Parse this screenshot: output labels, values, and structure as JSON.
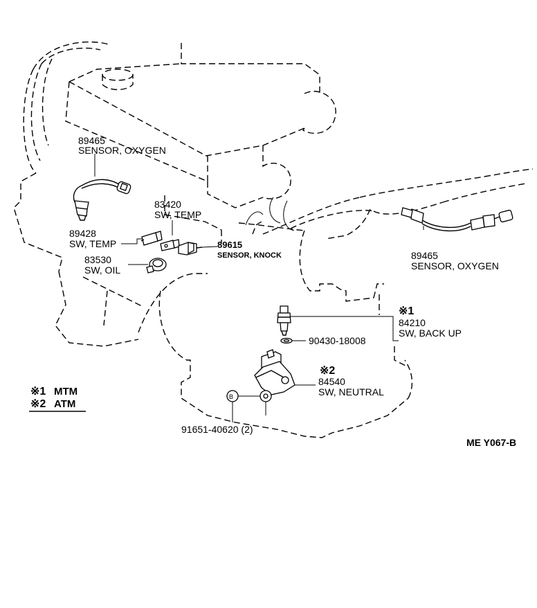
{
  "diagram_code": "ME  Y067-B",
  "legend": {
    "items": [
      {
        "mark": "※1",
        "text": "MTM"
      },
      {
        "mark": "※2",
        "text": "ATM"
      }
    ]
  },
  "parts": {
    "oxygen_sensor_left": {
      "number": "89465",
      "name": "SENSOR, OXYGEN"
    },
    "oxygen_sensor_right": {
      "number": "89465",
      "name": "SENSOR, OXYGEN"
    },
    "temp_switch_upper": {
      "number": "83420",
      "name": "SW, TEMP"
    },
    "temp_switch_lower": {
      "number": "89428",
      "name": "SW, TEMP"
    },
    "knock_sensor": {
      "number": "89615",
      "name": "SENSOR, KNOCK"
    },
    "oil_switch": {
      "number": "83530",
      "name": "SW, OIL"
    },
    "backup_switch": {
      "mark": "※1",
      "number": "84210",
      "name": "SW, BACK UP"
    },
    "gasket": {
      "number": "90430-18008"
    },
    "neutral_switch": {
      "mark": "※2",
      "number": "84540",
      "name": "SW, NEUTRAL"
    },
    "bolt": {
      "number": "91651-40620 (2)",
      "callout": "B"
    }
  }
}
